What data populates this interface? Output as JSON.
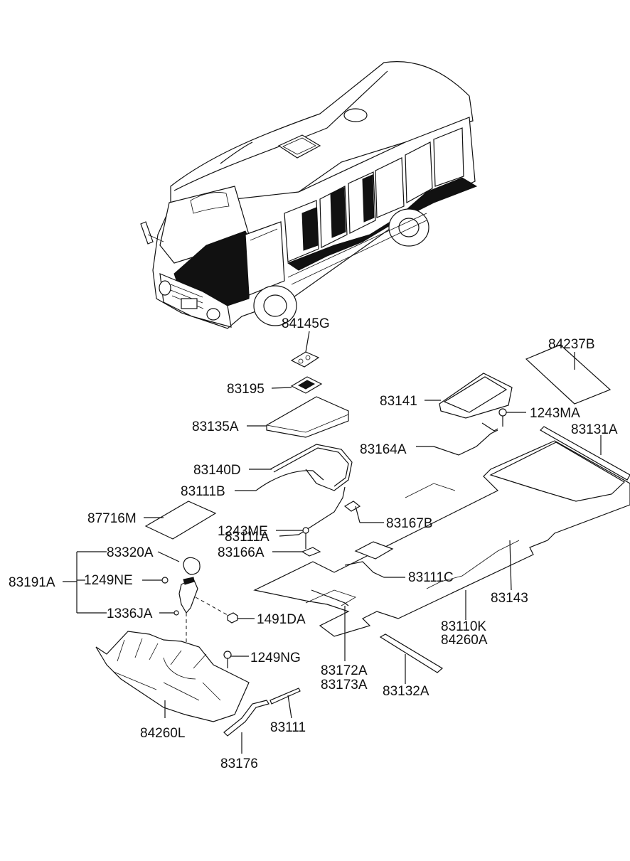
{
  "diagram": {
    "labels": {
      "p84145G": "84145G",
      "p84237B": "84237B",
      "p83195": "83195",
      "p83141": "83141",
      "p1243MA": "1243MA",
      "p83135A": "83135A",
      "p83131A": "83131A",
      "p83164A": "83164A",
      "p83140D": "83140D",
      "p83111B": "83111B",
      "p87716M": "87716M",
      "p83111A": "83111A",
      "p83167B": "83167B",
      "p1243ME": "1243ME",
      "p83320A": "83320A",
      "p83166A": "83166A",
      "p83191A": "83191A",
      "p1249NE": "1249NE",
      "p83111C": "83111C",
      "p83143": "83143",
      "p1336JA": "1336JA",
      "p1491DA": "1491DA",
      "p83110K": "83110K",
      "p84260A": "84260A",
      "p1249NG": "1249NG",
      "p83172A": "83172A",
      "p83173A": "83173A",
      "p83132A": "83132A",
      "p84260L": "84260L",
      "p83111": "83111",
      "p83176": "83176"
    }
  }
}
